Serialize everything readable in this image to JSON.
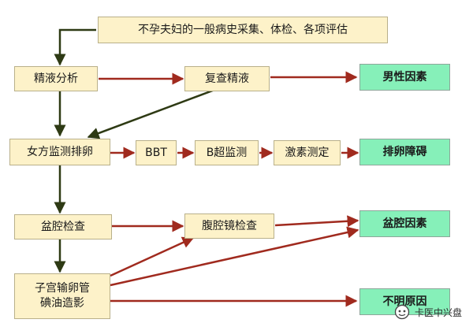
{
  "nodes": {
    "intake": "不孕夫妇的一般病史采集、体检、各项评估",
    "semen_analysis": "精液分析",
    "semen_recheck": "复查精液",
    "male_factor": "男性因素",
    "ovulation_monitoring": "女方监测排卵",
    "bbt": "BBT",
    "b_ultrasound": "B超监测",
    "hormone_test": "激素测定",
    "ovulation_disorder": "排卵障碍",
    "pelvic_exam": "盆腔检查",
    "laparoscopy": "腹腔镜检查",
    "pelvic_factor": "盆腔因素",
    "hsg_line1": "子宫输卵管",
    "hsg_line2": "碘油造影",
    "unexplained": "不明原因"
  },
  "watermark": "卡医中兴盘",
  "colors": {
    "process_fill": "#fdf2c9",
    "result_fill": "#86f0b9",
    "primary_arrow": "#2e3a14",
    "secondary_arrow": "#a02a1e"
  },
  "icons": [
    "watermark-logo-icon"
  ]
}
